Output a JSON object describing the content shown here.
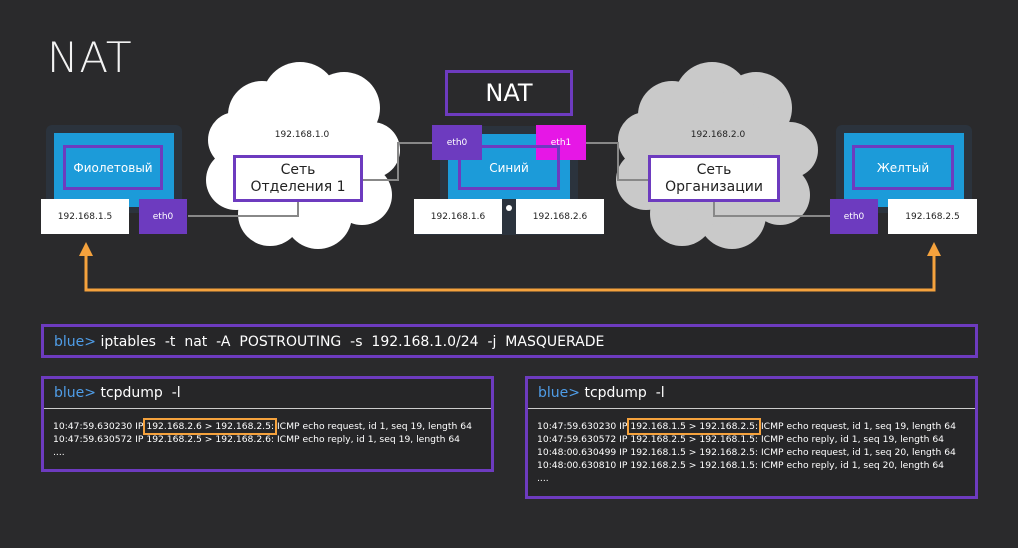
{
  "title": "NAT",
  "nat_label": "NAT",
  "colors": {
    "accent": "#6d3bbf",
    "magenta": "#e617e6",
    "orange": "#f5a23d",
    "prompt": "#4f9de8",
    "screen": "#1c9bd9"
  },
  "hosts": {
    "left": {
      "name": "Фиолетовый",
      "ip": "192.168.1.5",
      "iface": "eth0"
    },
    "middle": {
      "name": "Синий",
      "ip_left": "192.168.1.6",
      "ip_right": "192.168.2.6",
      "iface_left": "eth0",
      "iface_right": "eth1"
    },
    "right": {
      "name": "Желтый",
      "ip": "192.168.2.5",
      "iface": "eth0"
    }
  },
  "clouds": {
    "left": {
      "subnet": "192.168.1.0",
      "label_line1": "Сеть",
      "label_line2": "Отделения 1"
    },
    "right": {
      "subnet": "192.168.2.0",
      "label_line1": "Сеть",
      "label_line2": "Организации"
    }
  },
  "command": {
    "prompt": "blue>",
    "text": " iptables  -t  nat  -A  POSTROUTING  -s  192.168.1.0/24  -j  MASQUERADE"
  },
  "tcpdump_left": {
    "prompt": "blue>",
    "cmd": " tcpdump  -l",
    "l1_pre": "10:47:59.630230 IP ",
    "l1_hl": "192.168.2.6 > 192.168.2.5:",
    "l1_post": " ICMP echo request, id 1, seq 19, length 64",
    "l2": "10:47:59.630572 IP 192.168.2.5 > 192.168.2.6: ICMP echo reply, id 1, seq 19, length 64",
    "l3": "...."
  },
  "tcpdump_right": {
    "prompt": "blue>",
    "cmd": " tcpdump  -l",
    "l1_pre": "10:47:59.630230 IP ",
    "l1_hl": "192.168.1.5 > 192.168.2.5:",
    "l1_post": " ICMP echo request, id 1, seq 19, length 64",
    "l2": "10:47:59.630572 IP 192.168.2.5 > 192.168.1.5: ICMP echo reply, id 1, seq 19, length 64",
    "l3": "10:48:00.630499 IP 192.168.1.5 > 192.168.2.5: ICMP echo request, id 1, seq 20, length 64",
    "l4": "10:48:00.630810 IP 192.168.2.5 > 192.168.1.5: ICMP echo reply, id 1, seq 20, length 64",
    "l5": "...."
  }
}
